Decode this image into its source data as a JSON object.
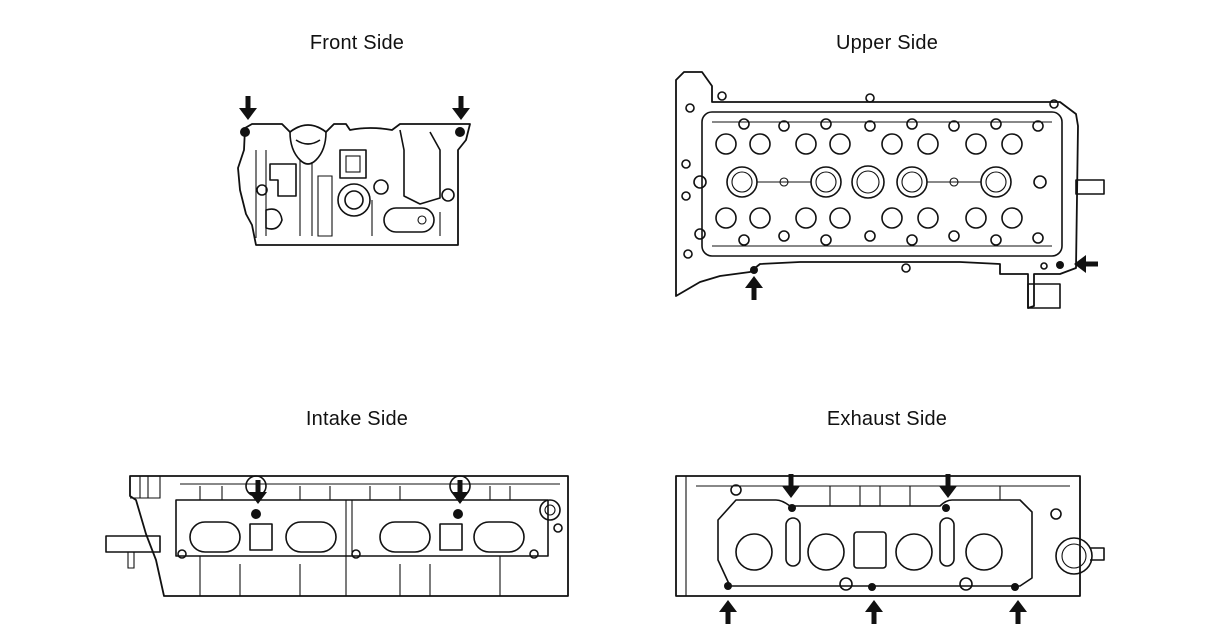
{
  "views": {
    "front": {
      "title": "Front Side"
    },
    "upper": {
      "title": "Upper Side"
    },
    "intake": {
      "title": "Intake Side"
    },
    "exhaust": {
      "title": "Exhaust Side"
    }
  },
  "colors": {
    "line": "#111111",
    "background": "#ffffff"
  }
}
